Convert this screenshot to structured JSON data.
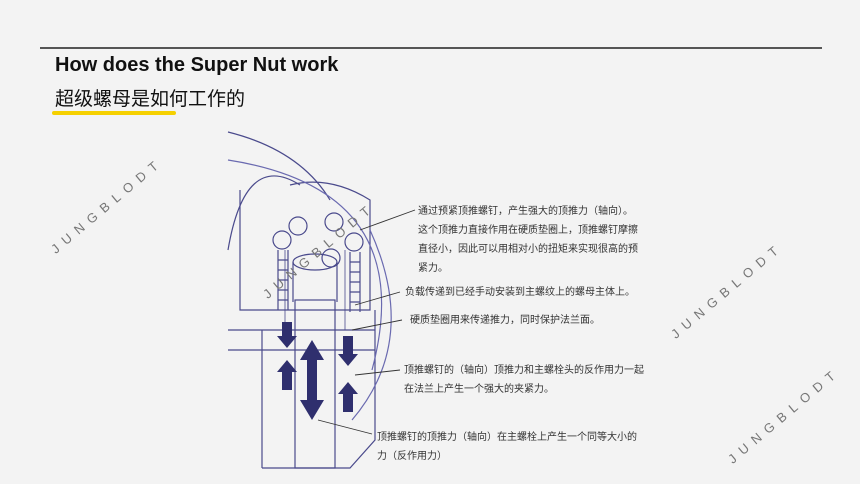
{
  "title": "How does the Super Nut  work",
  "subtitle": "超级螺母是如何工作的",
  "watermark": "JUNGBLODT",
  "notes": [
    "通过预紧顶推螺钉，产生强大的顶推力（轴向）。这个顶推力直接作用在硬质垫圈上，顶推螺钉摩擦直径小，因此可以用相对小的扭矩来实现很高的预紧力。",
    "负载传递到已经手动安装到主螺纹上的螺母主体上。",
    "硬质垫圈用来传递推力，同时保护法兰面。",
    "顶推螺钉的（轴向）顶推力和主螺栓头的反作用力一起在法兰上产生一个强大的夹紧力。",
    "顶推螺钉的顶推力（轴向）在主螺栓上产生一个同等大小的力（反作用力）"
  ],
  "colors": {
    "accent": "#f5d000",
    "line": "#4a4a8c",
    "arrow": "#2f2f6e"
  }
}
